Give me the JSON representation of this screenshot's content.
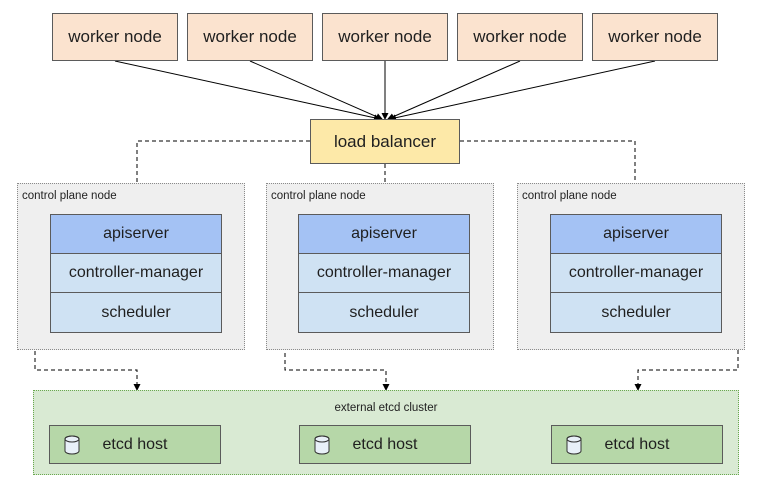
{
  "workers": [
    {
      "label": "worker node"
    },
    {
      "label": "worker node"
    },
    {
      "label": "worker node"
    },
    {
      "label": "worker node"
    },
    {
      "label": "worker node"
    }
  ],
  "load_balancer": {
    "label": "load balancer"
  },
  "control_plane_nodes": [
    {
      "label": "control plane node",
      "apiserver": "apiserver",
      "controller_manager": "controller-manager",
      "scheduler": "scheduler"
    },
    {
      "label": "control plane node",
      "apiserver": "apiserver",
      "controller_manager": "controller-manager",
      "scheduler": "scheduler"
    },
    {
      "label": "control plane node",
      "apiserver": "apiserver",
      "controller_manager": "controller-manager",
      "scheduler": "scheduler"
    }
  ],
  "etcd_cluster": {
    "label": "external etcd cluster",
    "hosts": [
      {
        "label": "etcd host"
      },
      {
        "label": "etcd host"
      },
      {
        "label": "etcd host"
      }
    ]
  },
  "colors": {
    "worker": "#fbe3cf",
    "load_balancer": "#fde9a8",
    "control_plane_bg": "#efefef",
    "apiserver": "#a4c2f4",
    "component": "#cfe2f3",
    "etcd_cluster_bg": "#d9ead3",
    "etcd_host": "#b6d7a8"
  },
  "icons": {
    "etcd_host": "database-icon"
  }
}
